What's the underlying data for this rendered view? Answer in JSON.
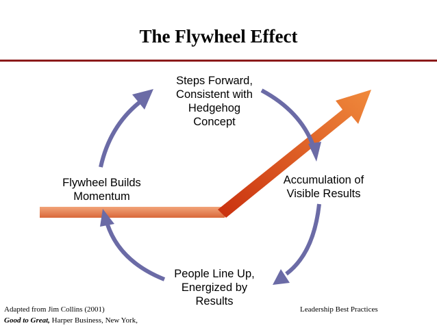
{
  "title": "The Flywheel Effect",
  "nodes": {
    "top": [
      "Steps Forward,",
      "Consistent with",
      "Hedgehog",
      "Concept"
    ],
    "right": [
      "Accumulation of",
      "Visible Results"
    ],
    "bottom": [
      "People Line Up,",
      "Energized by",
      "Results"
    ],
    "left": [
      "Flywheel Builds",
      "Momentum"
    ]
  },
  "footer": {
    "attribution_line1": "Adapted from Jim Collins (2001)",
    "attribution_book": "Good to Great,",
    "attribution_publisher": " Harper Business, New York,",
    "brand": "Leadership Best  Practices"
  },
  "colors": {
    "title_rule": "#8b1a1a",
    "cycle_arrows": "#6b6ba6",
    "momentum_bar": "#e8895a",
    "momentum_arrow": "#d8501c"
  }
}
